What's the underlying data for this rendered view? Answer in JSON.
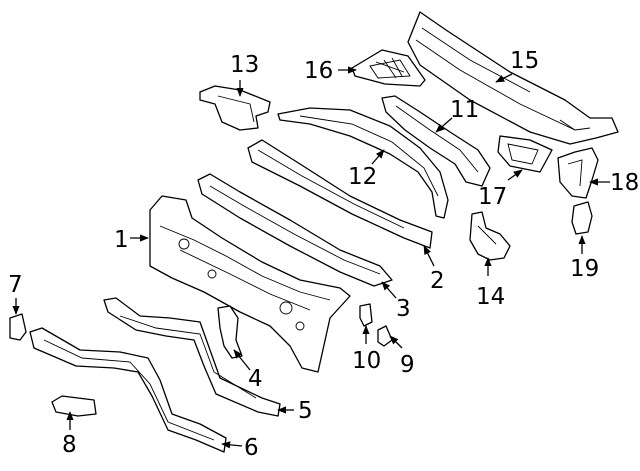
{
  "diagram": {
    "callouts": [
      {
        "id": 1,
        "label": "1"
      },
      {
        "id": 2,
        "label": "2"
      },
      {
        "id": 3,
        "label": "3"
      },
      {
        "id": 4,
        "label": "4"
      },
      {
        "id": 5,
        "label": "5"
      },
      {
        "id": 6,
        "label": "6"
      },
      {
        "id": 7,
        "label": "7"
      },
      {
        "id": 8,
        "label": "8"
      },
      {
        "id": 9,
        "label": "9"
      },
      {
        "id": 10,
        "label": "10"
      },
      {
        "id": 11,
        "label": "11"
      },
      {
        "id": 12,
        "label": "12"
      },
      {
        "id": 13,
        "label": "13"
      },
      {
        "id": 14,
        "label": "14"
      },
      {
        "id": 15,
        "label": "15"
      },
      {
        "id": 16,
        "label": "16"
      },
      {
        "id": 17,
        "label": "17"
      },
      {
        "id": 18,
        "label": "18"
      },
      {
        "id": 19,
        "label": "19"
      }
    ],
    "colors": {
      "line": "#000000",
      "background": "#ffffff"
    }
  }
}
